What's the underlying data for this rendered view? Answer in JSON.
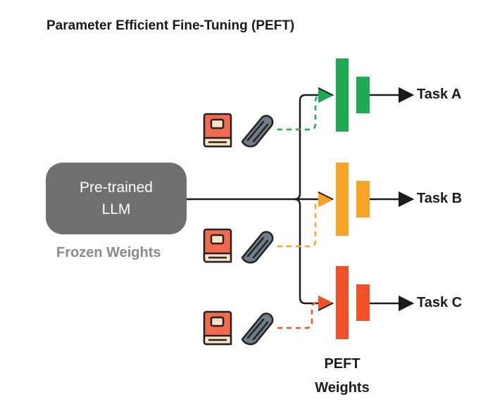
{
  "title": "Parameter Efficient Fine-Tuning (PEFT)",
  "llm": {
    "line1": "Pre-trained",
    "line2": "LLM"
  },
  "frozen_label": "Frozen Weights",
  "peft_label": {
    "line1": "PEFT",
    "line2": "Weights"
  },
  "tasks": [
    {
      "label": "Task A",
      "color": "#1eaa52"
    },
    {
      "label": "Task B",
      "color": "#f9a425"
    },
    {
      "label": "Task C",
      "color": "#f05129"
    }
  ],
  "icons": {
    "book": "book-icon",
    "clip": "paperclip-icon",
    "arrow": "arrow-head-icon"
  }
}
